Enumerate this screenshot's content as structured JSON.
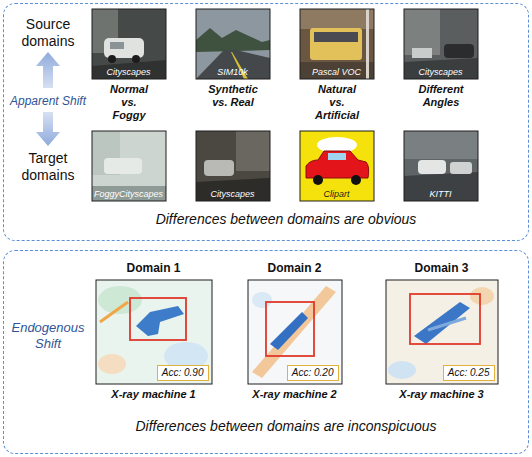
{
  "diagram": {
    "nodes": [
      {
        "text": [
          "Differences between domains are obvious"
        ]
      },
      {
        "text": [
          "Cityscapes"
        ],
        "in": 0
      },
      {
        "text": [
          "SIM10k"
        ],
        "in": 0
      },
      {
        "text": [
          "Pascal VOC"
        ],
        "in": 0
      },
      {
        "text": [
          "Cityscapes"
        ],
        "in": 0
      },
      {
        "text": [
          "FoggyCityscapes"
        ],
        "in": 0
      },
      {
        "text": [
          "Cityscapes"
        ],
        "in": 0
      },
      {
        "text": [
          "Clipart"
        ],
        "in": 0
      },
      {
        "text": [
          "KITTI"
        ],
        "in": 0
      },
      {
        "text": [
          "Differences between domains are inconspicuous"
        ]
      },
      {
        "text": [
          "Domain 1",
          "X-ray machine 1"
        ],
        "in": 9
      },
      {
        "text": [
          "Acc: 0.90"
        ],
        "in": 10
      },
      {
        "text": [
          "Domain 2",
          "X-ray machine 2"
        ],
        "in": 9
      },
      {
        "text": [
          "Acc: 0.20"
        ],
        "in": 12
      },
      {
        "text": [
          "Domain 3",
          "X-ray machine 3"
        ],
        "in": 9
      },
      {
        "text": [
          "Acc: 0.25"
        ],
        "in": 14
      }
    ],
    "labels": [
      "Source domains",
      "Apparent Shift",
      "Target domains",
      "Normal vs. Foggy",
      "Synthetic vs. Real",
      "Natural vs. Artificial",
      "Different Angles",
      "Endogenous Shift"
    ]
  }
}
